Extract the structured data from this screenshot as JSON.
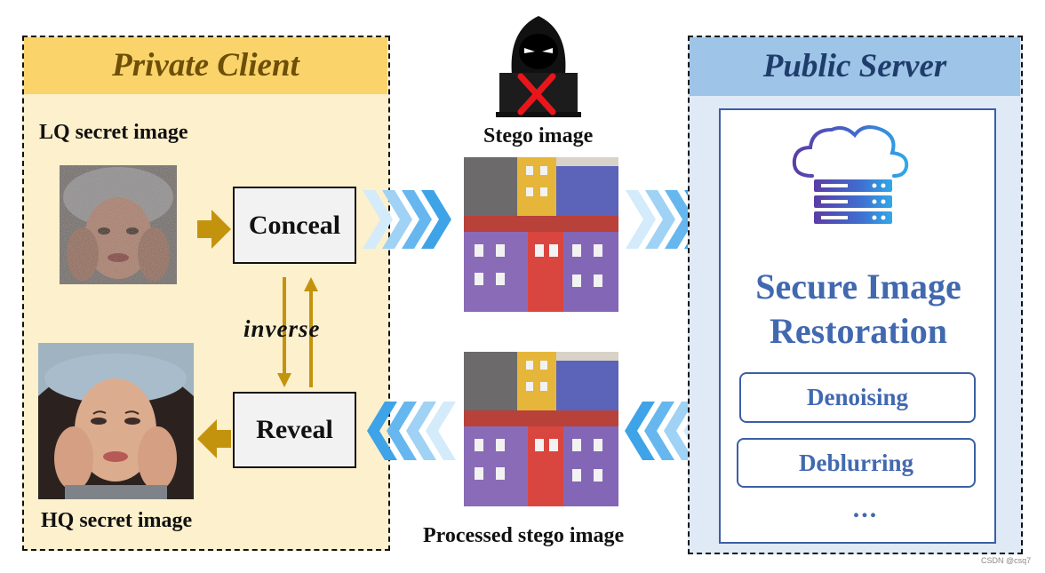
{
  "client": {
    "title": "Private Client",
    "lq_label": "LQ secret image",
    "hq_label": "HQ secret image",
    "conceal": "Conceal",
    "reveal": "Reveal",
    "inverse": "inverse"
  },
  "server": {
    "title": "Public Server",
    "restoration_line1": "Secure Image",
    "restoration_line2": "Restoration",
    "tasks": [
      "Denoising",
      "Deblurring"
    ],
    "ellipsis": "..."
  },
  "middle": {
    "stego_label": "Stego image",
    "processed_label": "Processed stego image"
  },
  "watermark": "CSDN @csq7",
  "colors": {
    "client_header": "#fad46a",
    "client_bg": "#fdf0cc",
    "server_header": "#9ec4e8",
    "server_bg": "#dfeaf6",
    "gold_arrow": "#c4930e",
    "blue_chevron": "#3fa3e8",
    "server_text": "#4169b0"
  },
  "icons": [
    "hacker-icon",
    "cloud-server-icon"
  ]
}
